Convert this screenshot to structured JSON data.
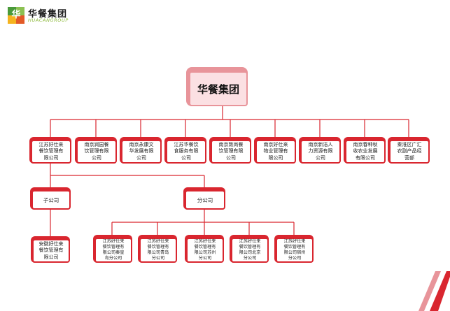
{
  "brand": {
    "logo_glyph": "华",
    "name": "华餐集团",
    "subtitle": "HUACANGROUP"
  },
  "colors": {
    "accent": "#d9262f",
    "root_fill": "#fbe0e3",
    "root_shadow": "#e8949a",
    "logo_green": "#8cc152",
    "stripe": "#d9262f"
  },
  "org": {
    "root": "华餐集团",
    "subsidiaries": [
      "江苏好仕来\n餐饮管理有\n限公司",
      "南京润园餐\n饮管理有限\n公司",
      "南京永康文\n华发展有限\n公司",
      "江苏华餐饮\n食服务有限\n公司",
      "南京致尚餐\n饮管理有限\n公司",
      "南京好仕来\n物业管理有\n限公司",
      "南京新洁人\n力资源有限\n公司",
      "南京春种秋\n收农业发展\n有限公司",
      "秦淮区广汇\n农副产品经\n营部"
    ],
    "groups": [
      "子公司",
      "分公司"
    ],
    "child_company": "安徽好仕来\n餐饮管理有\n限公司",
    "branches": [
      "江苏好仕来\n餐饮管理有\n限公司秦皇\n岛分公司",
      "江苏好仕来\n餐饮管理有\n限公司青岛\n分公司",
      "江苏好仕来\n餐饮管理有\n限公司苏州\n分公司",
      "江苏好仕来\n餐饮管理有\n限公司北京\n分公司",
      "江苏好仕来\n餐饮管理有\n限公司宿州\n分公司"
    ]
  }
}
